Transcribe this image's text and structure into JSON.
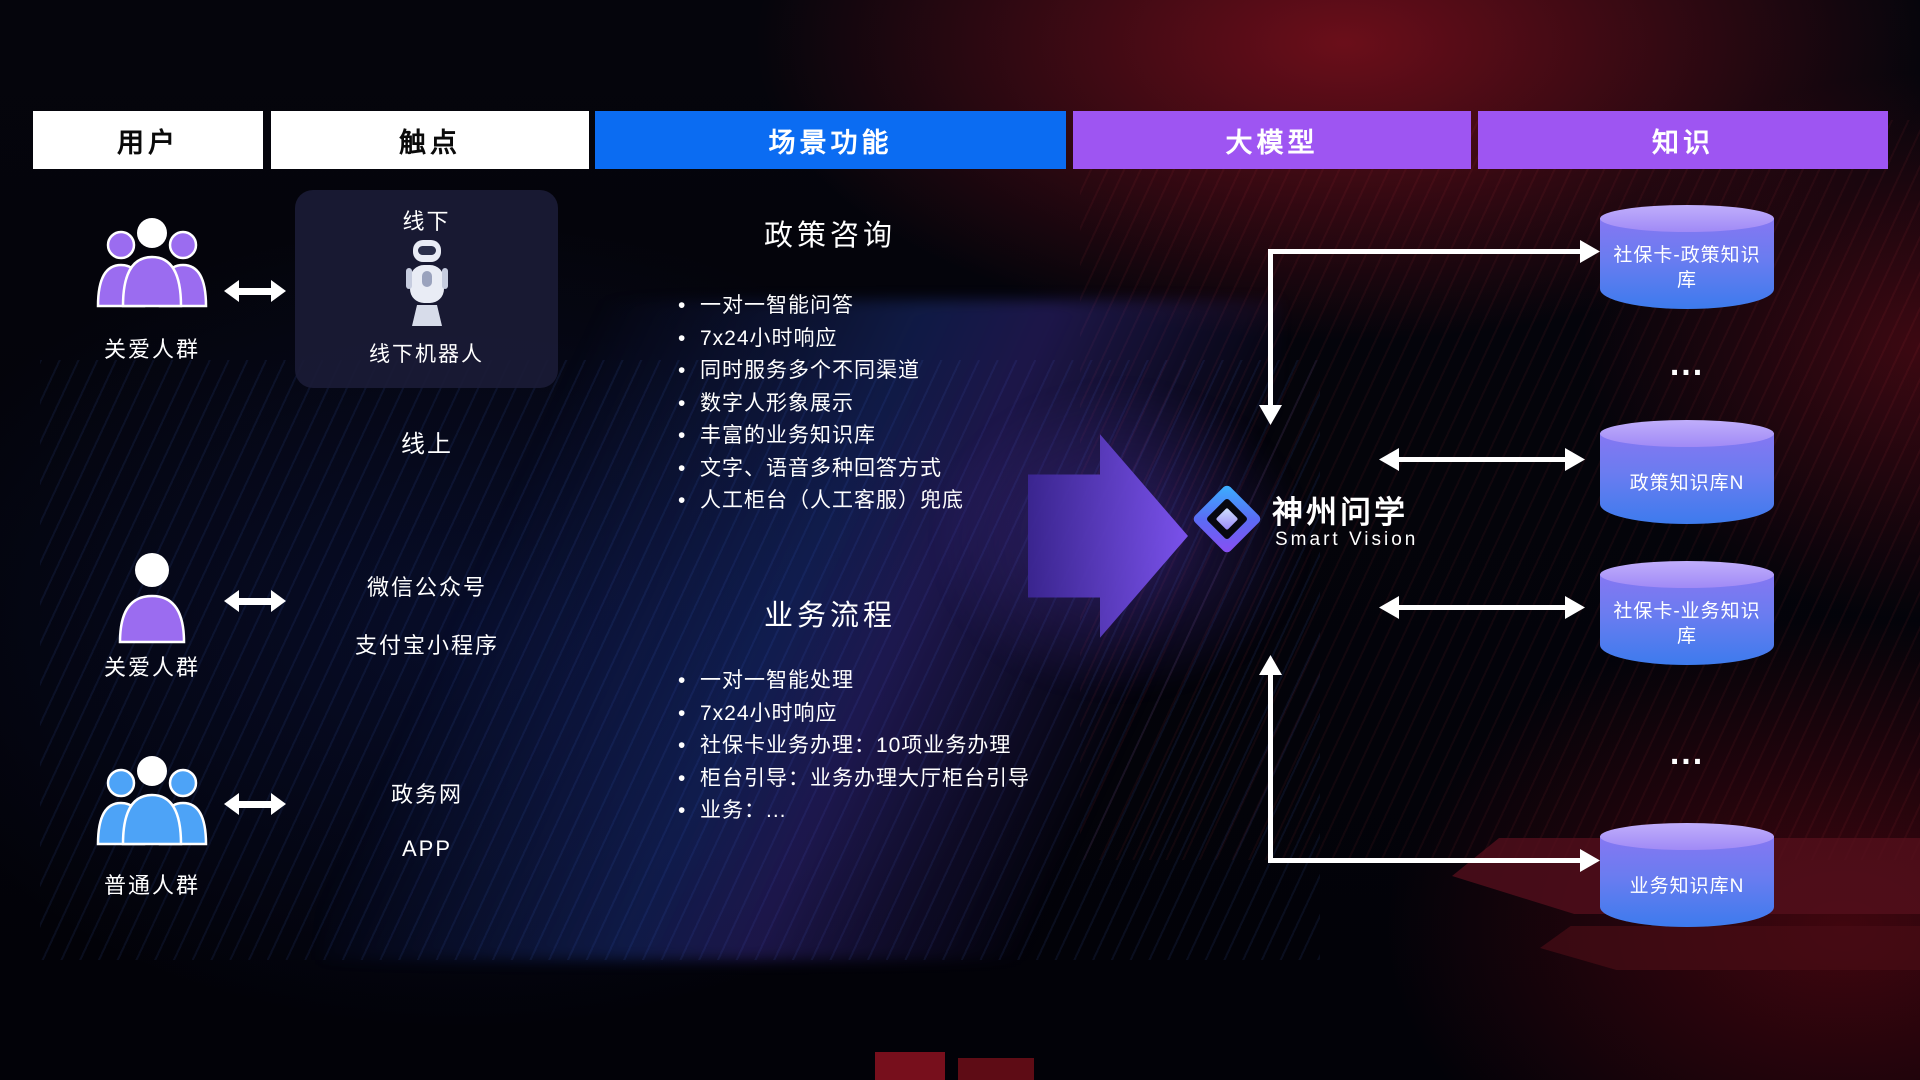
{
  "header": {
    "col_user": "用户",
    "col_touchpoint": "触点",
    "col_scenario": "场景功能",
    "col_model": "大模型",
    "col_knowledge": "知识"
  },
  "users": {
    "group1_label": "关爱人群",
    "group2_label": "关爱人群",
    "group3_label": "普通人群"
  },
  "touchpoints": {
    "offline_title": "线下",
    "offline_robot_label": "线下机器人",
    "online_title": "线上",
    "wechat": "微信公众号",
    "alipay": "支付宝小程序",
    "gov_web": "政务网",
    "app": "APP"
  },
  "scenario_policy": {
    "title": "政策咨询",
    "items": [
      "一对一智能问答",
      "7x24小时响应",
      "同时服务多个不同渠道",
      "数字人形象展示",
      "丰富的业务知识库",
      "文字、语音多种回答方式",
      "人工柜台（人工客服）兜底"
    ]
  },
  "scenario_business": {
    "title": "业务流程",
    "items": [
      "一对一智能处理",
      "7x24小时响应",
      "社保卡业务办理：10项业务办理",
      "柜台引导：业务办理大厅柜台引导",
      "业务：..."
    ]
  },
  "model": {
    "name": "神州问学",
    "subtitle": "Smart Vision"
  },
  "knowledge": {
    "db1": "社保卡-政策知识库",
    "dots1": "...",
    "db2": "政策知识库N",
    "db3": "社保卡-业务知识库",
    "dots2": "...",
    "db4": "业务知识库N"
  },
  "icons": {
    "care_group": "group-people-icon",
    "care_person": "person-icon",
    "ordinary_group": "group-people-icon",
    "robot": "robot-icon",
    "model_logo": "diamond-logo-icon",
    "knowledge_store": "database-cylinder-icon",
    "flow": "big-right-arrow-icon",
    "link": "double-headed-arrow-icon"
  },
  "colors": {
    "header_blue": "#0b6cf2",
    "header_purple": "#9e55f2",
    "people_purple": "#9b6cf0",
    "people_blue": "#4da3f7",
    "db_top": "#b3a0f8",
    "db_body_top": "#8677f2",
    "db_body_bottom": "#3d7bed",
    "flow_arrow_purple": "#7c54f0",
    "connector_white": "#ffffff",
    "bg_red": "#8c1020",
    "bg_blue": "#1d3aa8"
  }
}
